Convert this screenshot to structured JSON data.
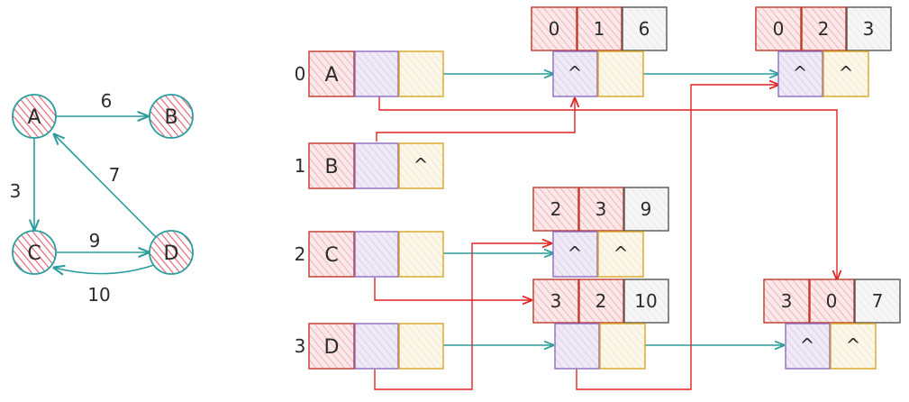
{
  "colors": {
    "node_fill": "#f2a3ad",
    "node_stroke": "#2a9d9d",
    "vertex_cell": "#f4c1c4",
    "vertex_stroke": "#c0392b",
    "ptr1_fill": "#dcd2ec",
    "ptr1_stroke": "#8e6bbf",
    "ptr2_fill": "#f7edd6",
    "ptr2_stroke": "#d8a623",
    "info_fill": "#f1f1f1",
    "info_stroke": "#555555",
    "teal_arrow": "#2a9d9d",
    "red_arrow": "#e02424"
  },
  "graph": {
    "nodes": [
      {
        "id": "A",
        "label": "A"
      },
      {
        "id": "B",
        "label": "B"
      },
      {
        "id": "C",
        "label": "C"
      },
      {
        "id": "D",
        "label": "D"
      }
    ],
    "edges": [
      {
        "from": "A",
        "to": "B",
        "weight": "6"
      },
      {
        "from": "A",
        "to": "C",
        "weight": "3"
      },
      {
        "from": "C",
        "to": "D",
        "weight": "9"
      },
      {
        "from": "D",
        "to": "C",
        "weight": "10"
      },
      {
        "from": "D",
        "to": "A",
        "weight": "7"
      }
    ]
  },
  "orthogonal_list": {
    "vertices": [
      {
        "index": "0",
        "label": "A",
        "caret": ""
      },
      {
        "index": "1",
        "label": "B",
        "caret": "^"
      },
      {
        "index": "2",
        "label": "C",
        "caret": ""
      },
      {
        "index": "3",
        "label": "D",
        "caret": ""
      }
    ],
    "arcs": [
      {
        "tail": "0",
        "head": "1",
        "weight": "6",
        "ptr1": "^",
        "ptr2": ""
      },
      {
        "tail": "0",
        "head": "2",
        "weight": "3",
        "ptr1": "^",
        "ptr2": "^"
      },
      {
        "tail": "2",
        "head": "3",
        "weight": "9",
        "ptr1": "^",
        "ptr2": "^"
      },
      {
        "tail": "3",
        "head": "2",
        "weight": "10",
        "ptr1": "",
        "ptr2": ""
      },
      {
        "tail": "3",
        "head": "0",
        "weight": "7",
        "ptr1": "^",
        "ptr2": "^"
      }
    ]
  }
}
